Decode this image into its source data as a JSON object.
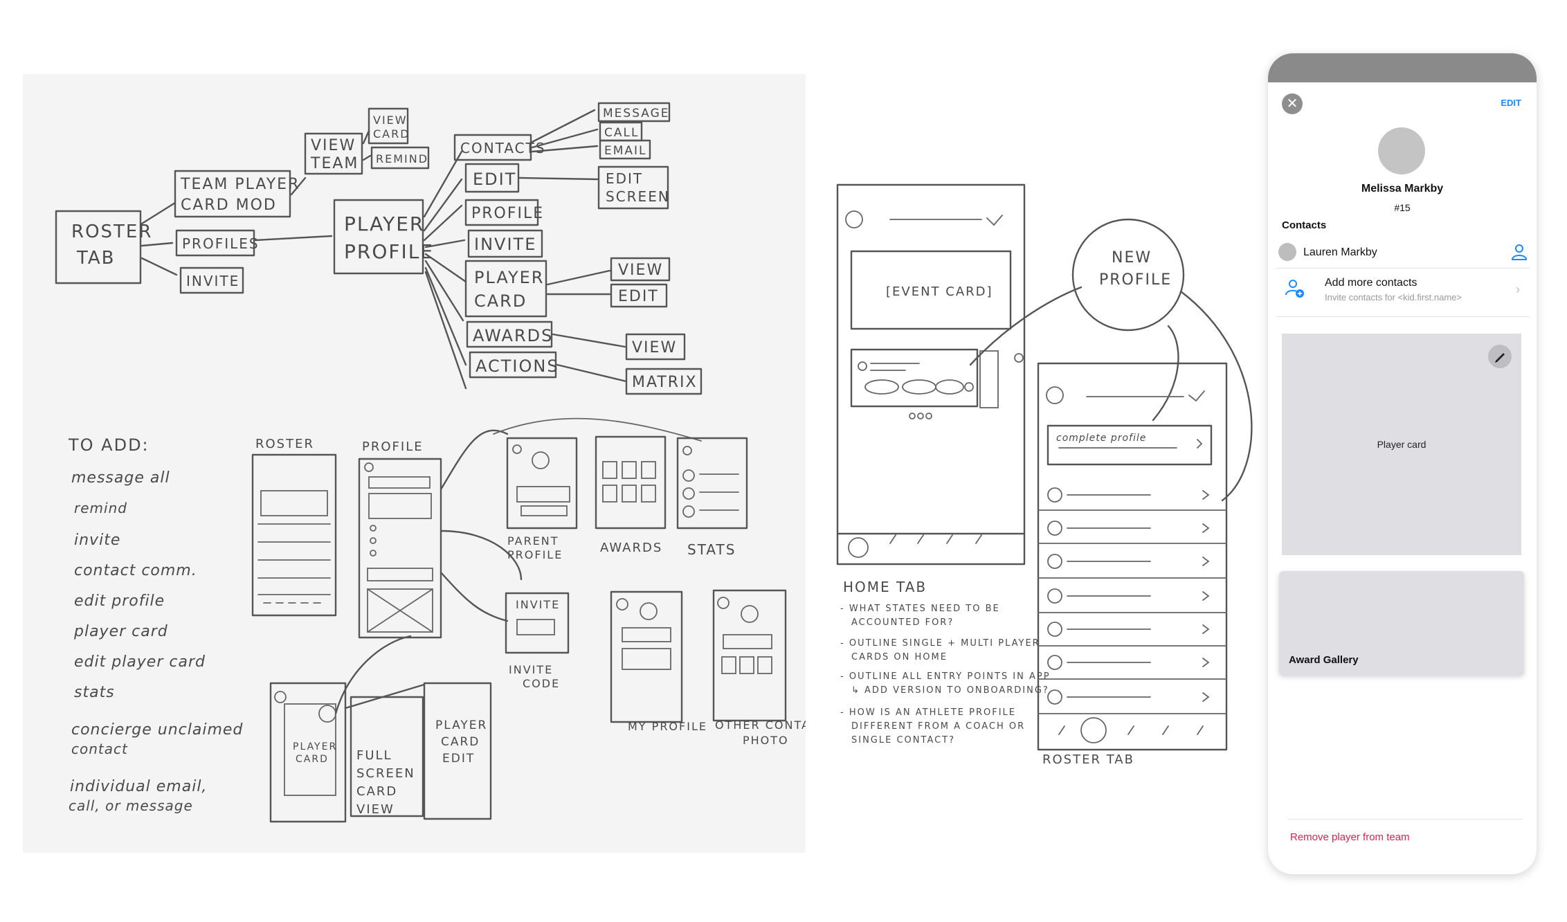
{
  "sketch_left": {
    "roster_tab": "ROSTER TAB",
    "team_player_card_mod": [
      "TEAM PLAYER",
      "CARD MOD"
    ],
    "profiles": "PROFILES",
    "invite": "INVITE",
    "view_team": [
      "VIEW",
      "TEAM"
    ],
    "view_card": [
      "VIEW",
      "CARD"
    ],
    "remind": "REMIND",
    "player_profile": [
      "PLAYER",
      "PROFILE"
    ],
    "contacts": "CONTACTS",
    "message": "MESSAGE",
    "call": "CALL",
    "email": "EMAIL",
    "edit": "EDIT",
    "edit_screen": [
      "EDIT",
      "SCREEN"
    ],
    "profile": "PROFILE",
    "invite2": "INVITE",
    "player_card": [
      "PLAYER",
      "CARD"
    ],
    "view": "VIEW",
    "edit2": "EDIT",
    "awards": "AWARDS",
    "actions": "ACTIONS",
    "view2": "VIEW",
    "matrix": "MATRIX",
    "to_add": "TO ADD:",
    "to_add_items": [
      "message all",
      "remind",
      "invite",
      "contact comm.",
      "edit profile",
      "player card",
      "edit player card",
      "stats",
      "concierge unclaimed",
      "contact",
      "individual email,",
      "call, or message"
    ],
    "roster": "ROSTER",
    "profile_label": "PROFILE",
    "parent_profile": [
      "PARENT",
      "PROFILE"
    ],
    "awards_label": "AWARDS",
    "stats": "STATS",
    "invite_code": [
      "INVITE",
      "CODE"
    ],
    "invite_box": "INVITE",
    "my_profile": "MY PROFILE",
    "other_contact_photo": [
      "OTHER CONTACT",
      "PHOTO"
    ],
    "player_card_small": [
      "PLAYER",
      "CARD"
    ],
    "full_screen": [
      "FULL",
      "SCREEN",
      "CARD",
      "VIEW"
    ],
    "player_card_edit": [
      "PLAYER",
      "CARD",
      "EDIT"
    ]
  },
  "sketch_right": {
    "event_card": "[EVENT CARD]",
    "new_profile": [
      "NEW",
      "PROFILE"
    ],
    "complete_profile": "complete profile",
    "home_tab": "HOME TAB",
    "notes": [
      "- WHAT STATES NEED TO BE",
      "ACCOUNTED FOR?",
      "- OUTLINE SINGLE + MULTI PLAYER",
      "CARDS ON HOME",
      "- OUTLINE ALL ENTRY POINTS IN APP",
      "↳ ADD VERSION TO ONBOARDING?",
      "- HOW IS AN ATHLETE PROFILE",
      "DIFFERENT FROM A COACH OR",
      "SINGLE CONTACT?"
    ],
    "roster_tab": "ROSTER TAB"
  },
  "phone": {
    "close_icon": "close-icon",
    "edit_label": "EDIT",
    "name": "Melissa Markby",
    "number": "#15",
    "contacts_heading": "Contacts",
    "contacts": [
      {
        "name": "Lauren Markby",
        "icon": "person-icon"
      }
    ],
    "add_contacts": {
      "title": "Add more contacts",
      "subtitle": "Invite contacts for <kid.first.name>",
      "icon": "add-person-icon"
    },
    "player_card_label": "Player card",
    "award_gallery_label": "Award Gallery",
    "remove_label": "Remove player from team",
    "colors": {
      "accent": "#1a8cff",
      "danger": "#e0204a",
      "topbar": "#8a8a8a",
      "card": "#dedee3"
    }
  }
}
